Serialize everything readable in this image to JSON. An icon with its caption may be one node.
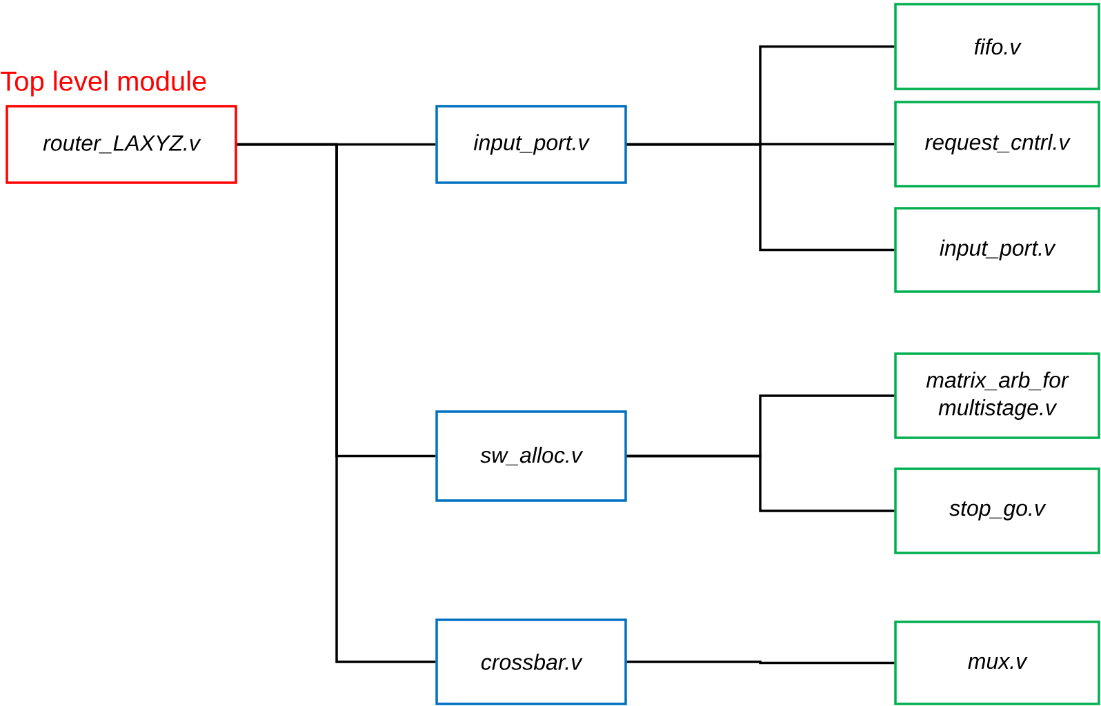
{
  "diagram": {
    "nodes": [
      {
        "text": [
          "Top level module",
          "router_LAXYZ.v"
        ]
      },
      {
        "text": [
          "input_port.v"
        ]
      },
      {
        "text": [
          "sw_alloc.v"
        ]
      },
      {
        "text": [
          "crossbar.v"
        ]
      },
      {
        "text": [
          "fifo.v"
        ]
      },
      {
        "text": [
          "request_cntrl.v"
        ]
      },
      {
        "text": [
          "input_port.v"
        ]
      },
      {
        "text": [
          "matrix_arb_for multistage.v"
        ]
      },
      {
        "text": [
          "stop_go.v"
        ]
      },
      {
        "text": [
          "mux.v"
        ]
      }
    ],
    "edges": [
      {
        "from": 0,
        "to": 1,
        "arrow": "none"
      },
      {
        "from": 0,
        "to": 2,
        "arrow": "none"
      },
      {
        "from": 0,
        "to": 3,
        "arrow": "none"
      },
      {
        "from": 1,
        "to": 4,
        "arrow": "none"
      },
      {
        "from": 1,
        "to": 5,
        "arrow": "none"
      },
      {
        "from": 1,
        "to": 6,
        "arrow": "none"
      },
      {
        "from": 2,
        "to": 7,
        "arrow": "none"
      },
      {
        "from": 2,
        "to": 8,
        "arrow": "none"
      },
      {
        "from": 3,
        "to": 9,
        "arrow": "none"
      }
    ]
  }
}
